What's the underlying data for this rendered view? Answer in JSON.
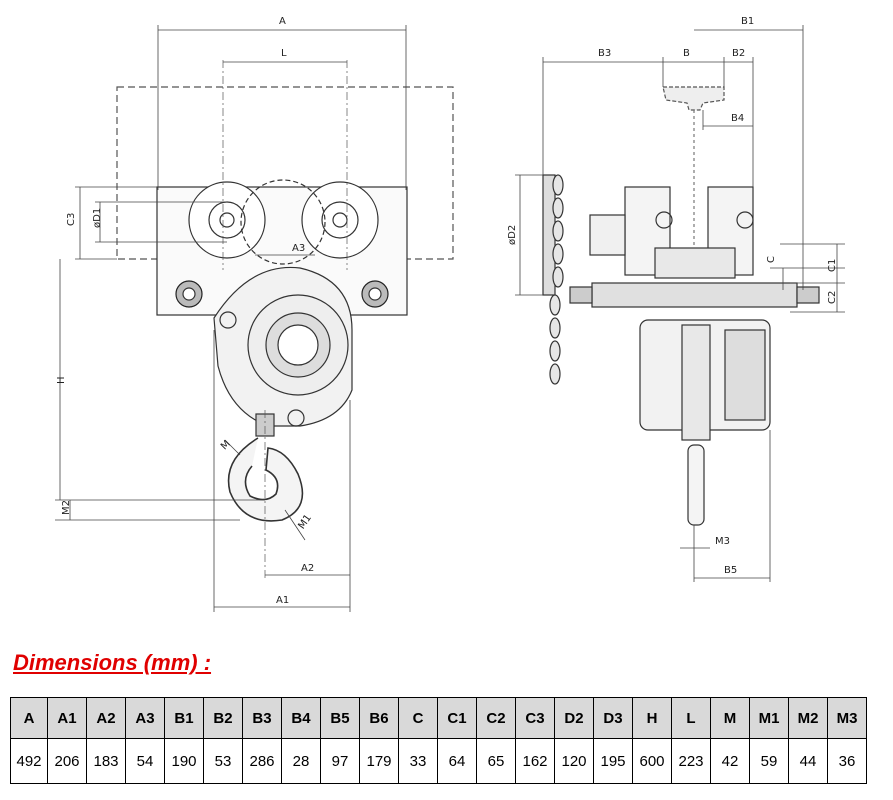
{
  "diagram": {
    "front_labels": {
      "A": "A",
      "L": "L",
      "C3": "C3",
      "D1": "øD1",
      "A3": "A3",
      "H": "H",
      "M": "M",
      "M1": "M1",
      "M2": "M2",
      "A2": "A2",
      "A1": "A1"
    },
    "side_labels": {
      "B1": "B1",
      "B3": "B3",
      "B": "B",
      "B2": "B2",
      "B4": "B4",
      "D2": "øD2",
      "C": "C",
      "C1": "C1",
      "C2": "C2",
      "M3": "M3",
      "B5": "B5"
    }
  },
  "section_title": "Dimensions (mm) :",
  "table": {
    "headers": [
      "A",
      "A1",
      "A2",
      "A3",
      "B1",
      "B2",
      "B3",
      "B4",
      "B5",
      "B6",
      "C",
      "C1",
      "C2",
      "C3",
      "D2",
      "D3",
      "H",
      "L",
      "M",
      "M1",
      "M2",
      "M3"
    ],
    "values": [
      "492",
      "206",
      "183",
      "54",
      "190",
      "53",
      "286",
      "28",
      "97",
      "179",
      "33",
      "64",
      "65",
      "162",
      "120",
      "195",
      "600",
      "223",
      "42",
      "59",
      "44",
      "36"
    ]
  }
}
